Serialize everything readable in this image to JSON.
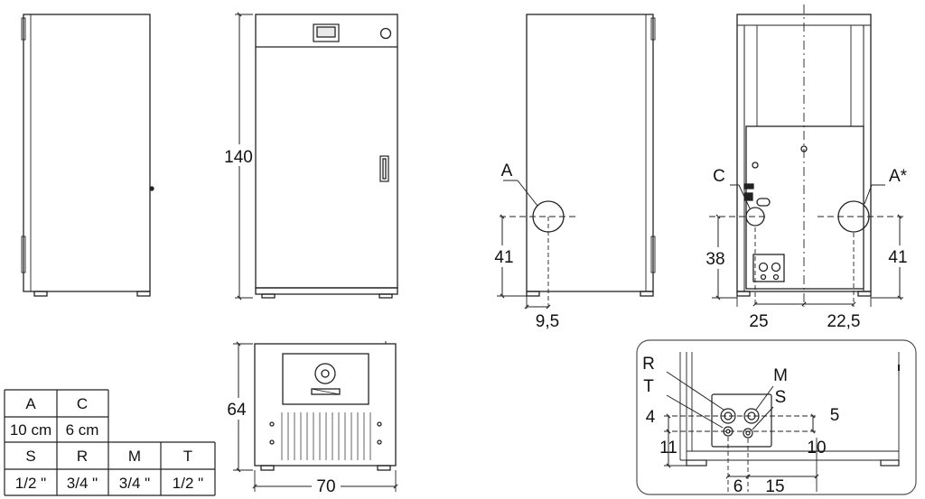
{
  "views": {
    "front": {
      "height_dim": "140"
    },
    "side_left": {
      "dim_height": "41",
      "dim_offset": "9,5",
      "label_a": "A"
    },
    "rear": {
      "label_c": "C",
      "label_a_star": "A*",
      "dim_c_height": "38",
      "dim_a_height": "41",
      "dim_left": "25",
      "dim_right": "22,5"
    },
    "top": {
      "depth_dim": "64",
      "width_dim": "70"
    },
    "detail": {
      "labels": {
        "r": "R",
        "t": "T",
        "m": "M",
        "s": "S"
      },
      "dims": {
        "d4": "4",
        "d11": "11",
        "d6": "6",
        "d15": "15",
        "d5": "5",
        "d10": "10"
      }
    }
  },
  "connections_table": {
    "row1_headers": [
      "A",
      "C"
    ],
    "row1_values": [
      "10 cm",
      "6 cm"
    ],
    "row2_headers": [
      "S",
      "R",
      "M",
      "T"
    ],
    "row2_values": [
      "1/2 \"",
      "3/4 \"",
      "3/4 \"",
      "1/2 \""
    ]
  }
}
